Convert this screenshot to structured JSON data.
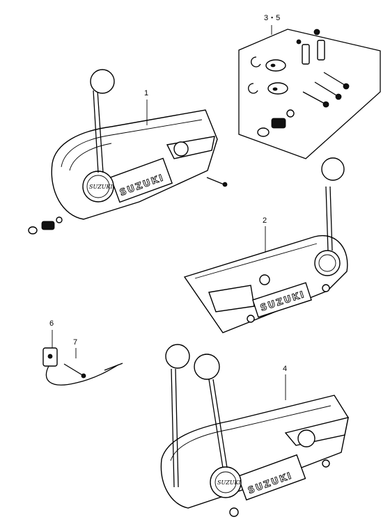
{
  "callouts": {
    "c1": "1",
    "c2": "2",
    "c35": "3・5",
    "c4": "4",
    "c6": "6",
    "c7": "7"
  },
  "branding": {
    "plate_text": "SUZUKI",
    "hub_text": "SUZUKI"
  }
}
